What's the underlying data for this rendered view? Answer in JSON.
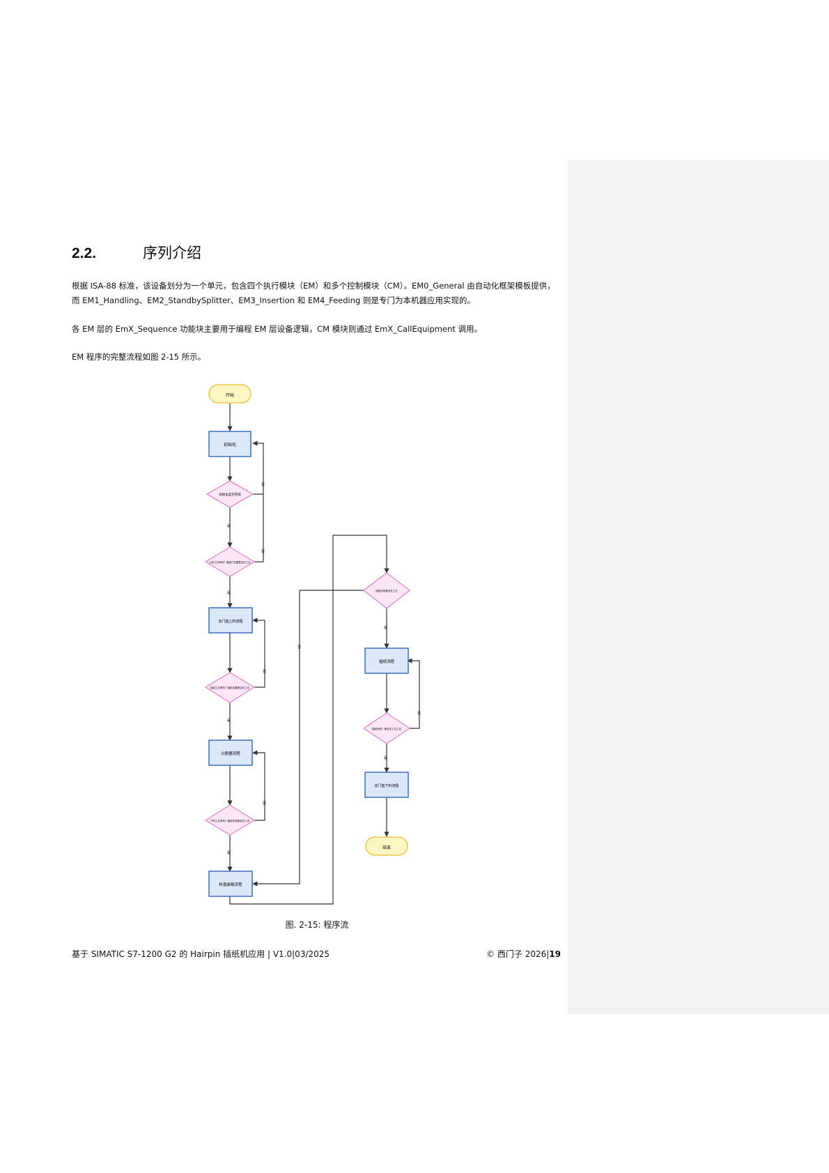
{
  "section": {
    "number": "2.2.",
    "title": "序列介绍"
  },
  "paragraphs": [
    "根据 ISA-88 标准，该设备划分为一个单元，包含四个执行模块（EM）和多个控制模块（CM）。EM0_General 由自动化框架模板提供，而 EM1_Handling、EM2_StandbySplitter、EM3_Insertion 和 EM4_Feeding 则是专门为本机器应用实现的。",
    "各 EM 层的 EmX_Sequence 功能块主要用于编程 EM 层设备逻辑，CM 模块则通过 EmX_CallEquipment 调用。",
    "EM 程序的完整流程如图 2-15 所示。"
  ],
  "flowchart": {
    "start": "开始",
    "init": "初始化",
    "init_done": "初始化是否完成",
    "check1": "上料工位有料？插装门位置是否在工位",
    "feed_step": "去门槛上料流程",
    "check2": "插纸工位有料？插纸位置是否在工位",
    "split_step": "分割器流程",
    "check3": "下料工位有料？插纸完成是否在工位",
    "load_step": "料盘装载流程",
    "check4": "插纸完成是否在工位",
    "insert_step": "插纸流程",
    "check5": "插纸完成？是否在工位工位",
    "unload_step": "去门槛下料流程",
    "end": "结束",
    "yes": "是",
    "no": "否"
  },
  "caption": "图. 2-15: 程序流",
  "footer": {
    "left": "基于 SIMATIC S7-1200 G2 的 Hairpin 插纸机应用 | V1.0|03/2025",
    "copyright": "© 西门子 2026|",
    "page": "19"
  },
  "colors": {
    "terminal_fill": "#fdf6c3",
    "terminal_stroke": "#e8c84a",
    "process_fill": "#dbe8f7",
    "process_stroke": "#3c6ec0",
    "decision_fill": "#fbe6f6",
    "decision_stroke": "#e487d2"
  }
}
